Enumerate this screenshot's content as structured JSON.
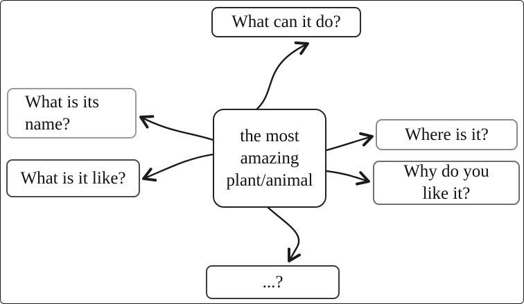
{
  "diagram": {
    "center": {
      "id": "center-topic",
      "label": "the most amazing plant/animal"
    },
    "nodes": [
      {
        "id": "what-can-it-do",
        "label": "What can it do?",
        "position": "top"
      },
      {
        "id": "what-is-its-name",
        "label": "What is its name?",
        "position": "left-upper"
      },
      {
        "id": "what-is-it-like",
        "label": "What is it like?",
        "position": "left-lower"
      },
      {
        "id": "where-is-it",
        "label": "Where is it?",
        "position": "right-upper"
      },
      {
        "id": "why-do-you-like-it",
        "label": "Why do you like it?",
        "position": "right-lower"
      },
      {
        "id": "ellipsis-question",
        "label": "...?",
        "position": "bottom"
      }
    ],
    "colors": {
      "background": "#ffffff",
      "box_border": "#2e2e2e",
      "text": "#111111",
      "arrow": "#1a1a1a"
    }
  }
}
